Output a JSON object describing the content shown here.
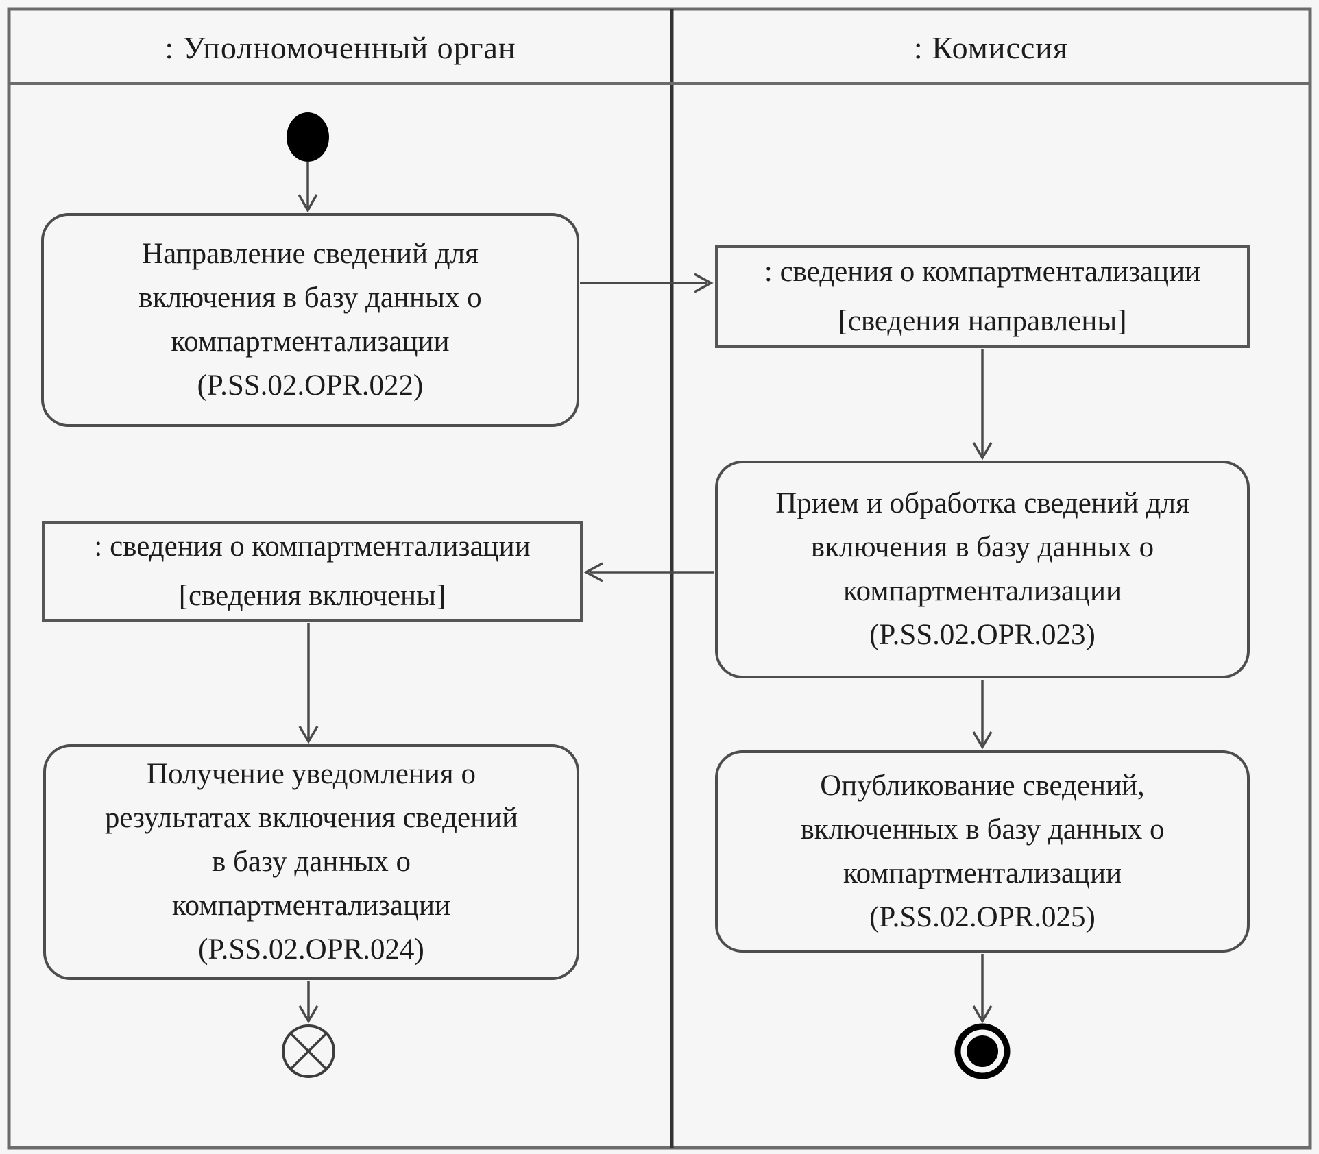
{
  "diagram": {
    "lanes": [
      {
        "title": ": Уполномоченный орган"
      },
      {
        "title": ": Комиссия"
      }
    ],
    "activities": [
      {
        "lines": [
          "Направление сведений для",
          "включения в базу данных о",
          "компартментализации",
          "(P.SS.02.OPR.022)"
        ]
      },
      {
        "lines": [
          "Прием и обработка сведений для",
          "включения в базу данных о",
          "компартментализации",
          "(P.SS.02.OPR.023)"
        ]
      },
      {
        "lines": [
          "Получение уведомления о",
          "результатах включения сведений",
          "в базу данных о",
          "компартментализации",
          "(P.SS.02.OPR.024)"
        ]
      },
      {
        "lines": [
          "Опубликование сведений,",
          "включенных в базу данных о",
          "компартментализации",
          "(P.SS.02.OPR.025)"
        ]
      }
    ],
    "objects": [
      {
        "lines": [
          ": сведения о компартментализации",
          "[сведения направлены]"
        ]
      },
      {
        "lines": [
          ": сведения о компартментализации",
          "[сведения включены]"
        ]
      }
    ],
    "colors": {
      "background": "#f6f6f6",
      "frame": "#6b6b6b",
      "divider": "#333333",
      "edge": "#4a4a4a",
      "text": "#1c1c1c",
      "node": "#000000"
    }
  }
}
